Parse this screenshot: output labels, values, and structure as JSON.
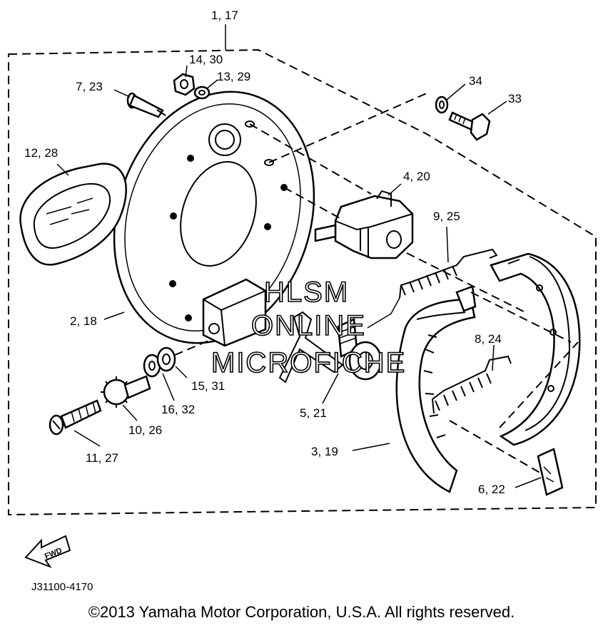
{
  "callouts": {
    "c1": "1, 17",
    "c2": "14, 30",
    "c3": "13, 29",
    "c4": "7, 23",
    "c5": "12, 28",
    "c6": "34",
    "c7": "33",
    "c8": "4, 20",
    "c9": "9, 25",
    "c10": "2, 18",
    "c11": "8, 24",
    "c12": "15, 31",
    "c13": "16, 32",
    "c14": "5, 21",
    "c15": "10, 26",
    "c16": "3, 19",
    "c17": "11, 27",
    "c18": "6, 22"
  },
  "watermark": {
    "line1": "HLSM",
    "line2": "ONLINE",
    "line3": "MICROFICHE"
  },
  "forward_label": "FWD",
  "diagram_code": "J31100-4170",
  "copyright": "©2013 Yamaha Motor Corporation, U.S.A. All rights reserved."
}
